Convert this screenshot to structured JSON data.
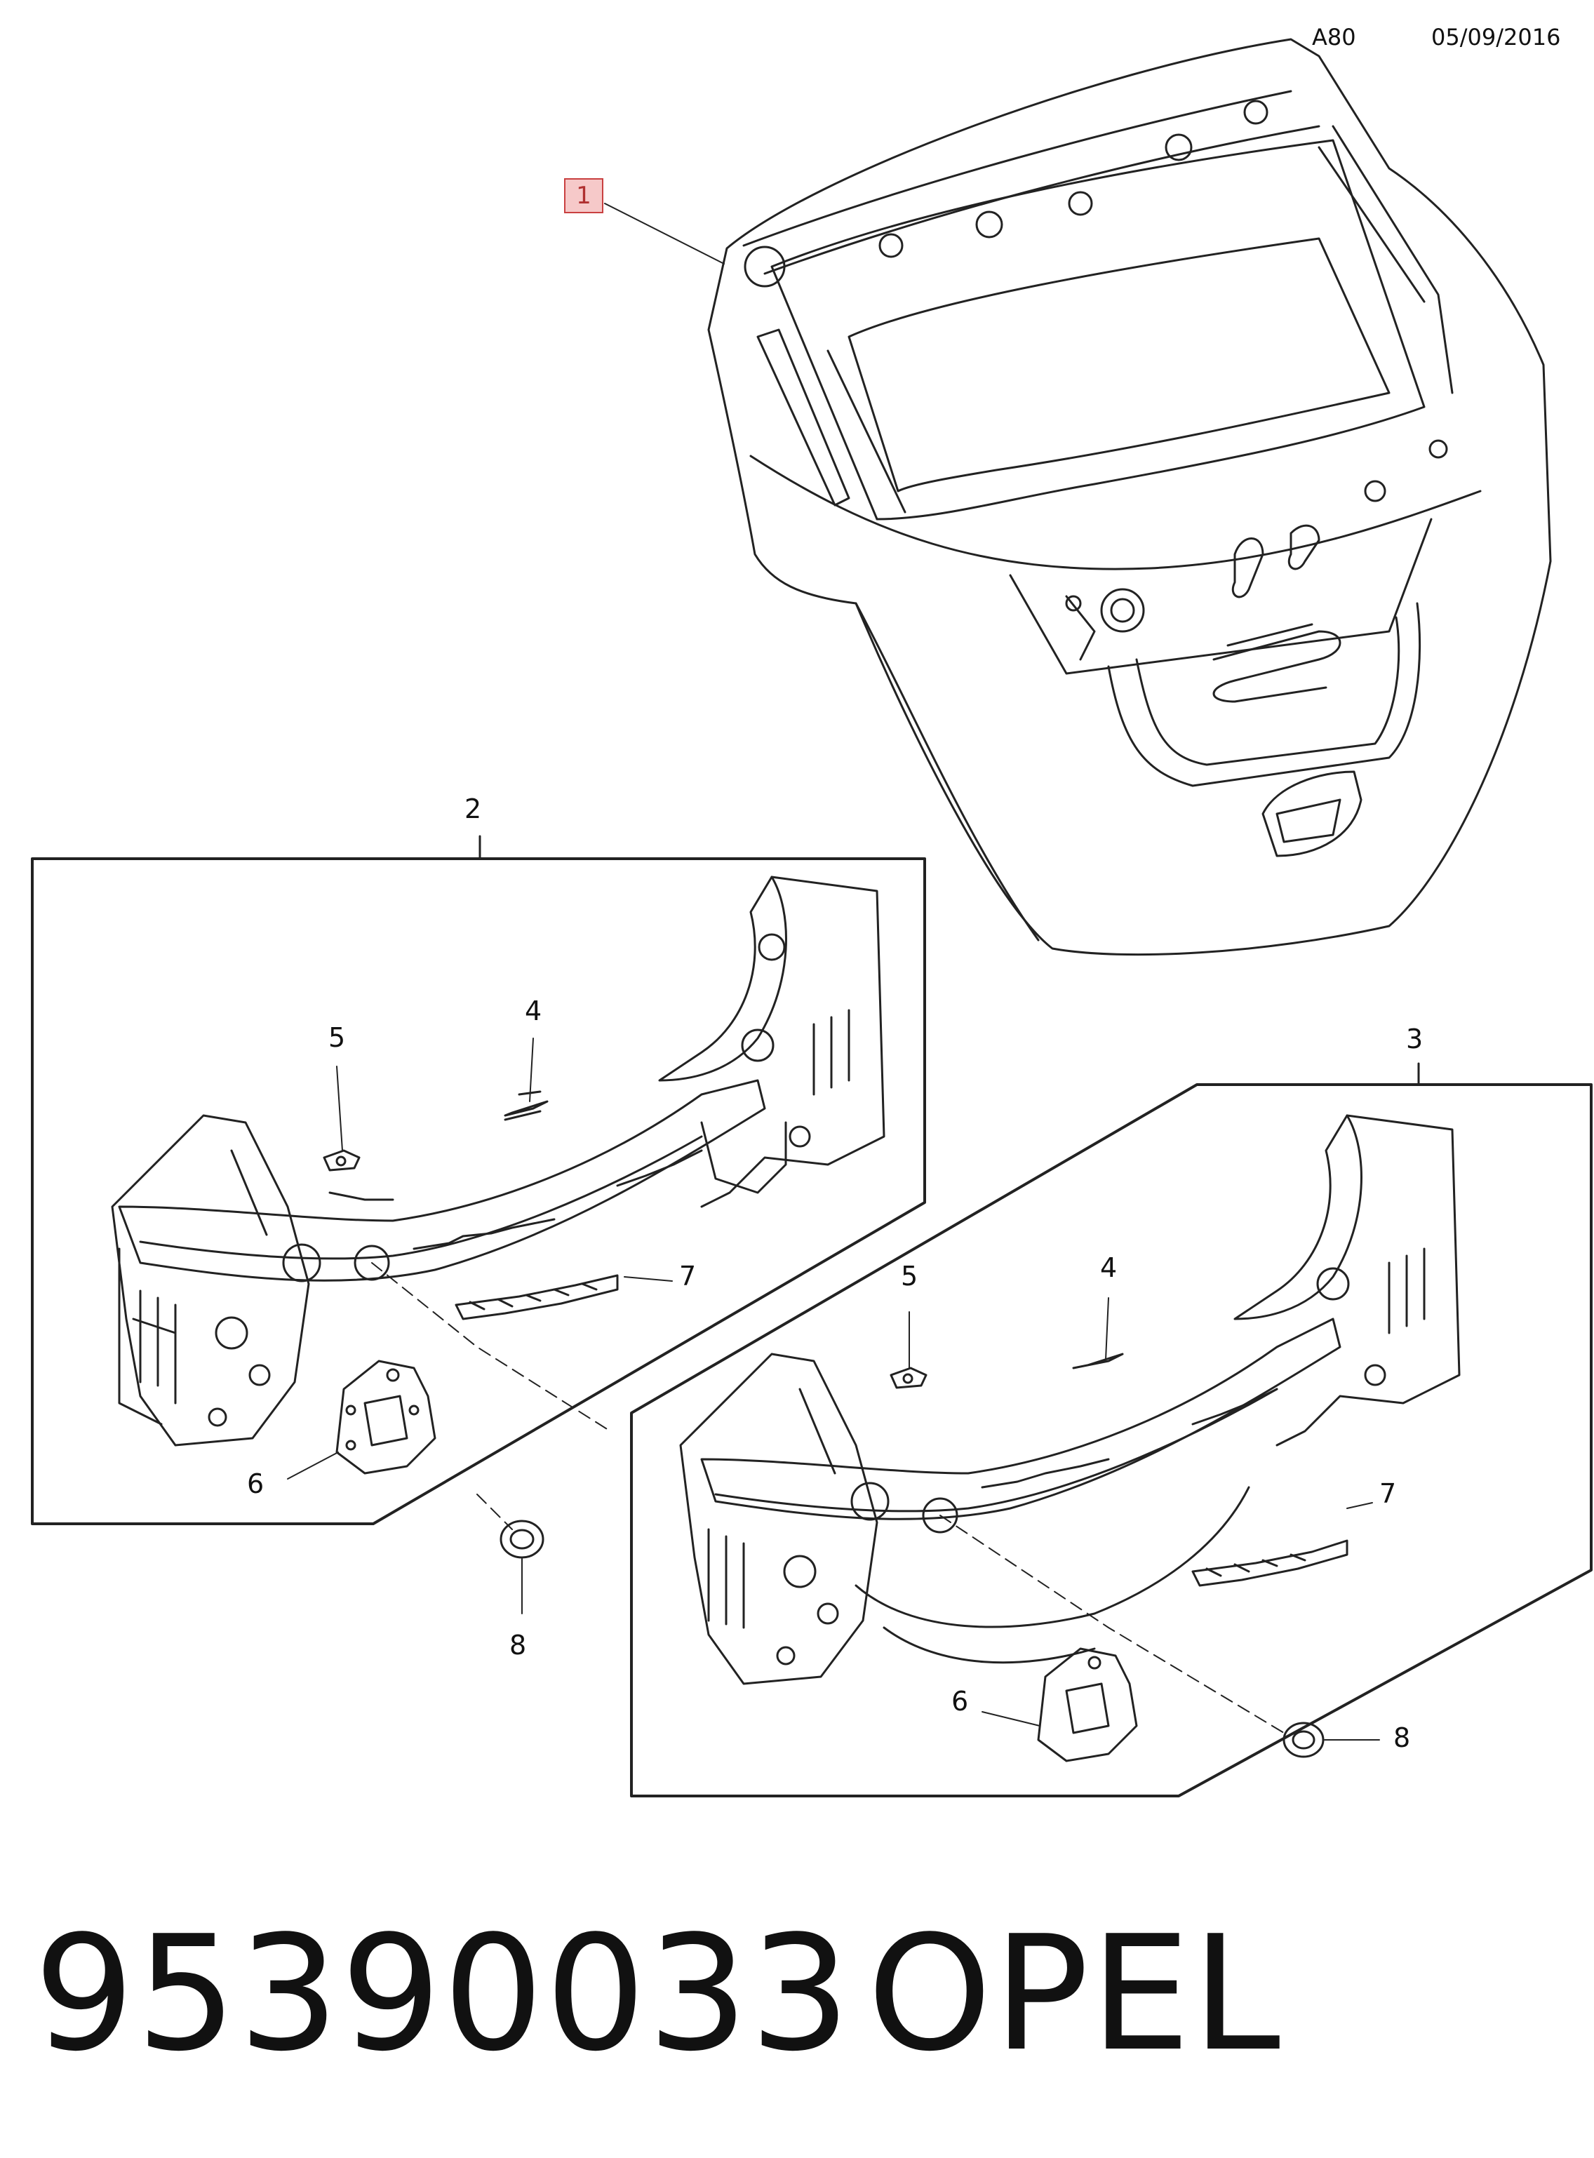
{
  "header": {
    "code": "A80",
    "date": "05/09/2016"
  },
  "callouts": {
    "c1": "1",
    "c2": "2",
    "c3": "3",
    "c4a": "4",
    "c5a": "5",
    "c6a": "6",
    "c7a": "7",
    "c8a": "8",
    "c4b": "4",
    "c5b": "5",
    "c6b": "6",
    "c7b": "7",
    "c8b": "8"
  },
  "highlight_color": "#f6c9c9",
  "footer": {
    "part_number": "95390033",
    "brand": "OPEL"
  }
}
